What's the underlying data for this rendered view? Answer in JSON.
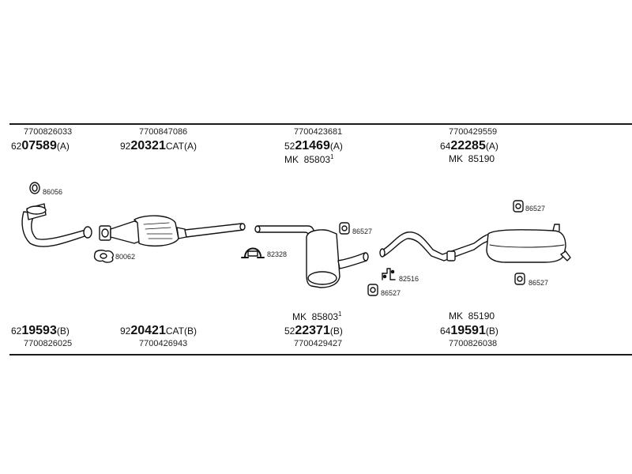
{
  "top_groups": [
    {
      "oem": "7700826033",
      "prefix": "62",
      "main": "07589",
      "suffix": "(A)"
    },
    {
      "oem": "7700847086",
      "prefix": "92",
      "main": "20321",
      "suffix": "CAT(A)"
    },
    {
      "oem": "7700423681",
      "prefix": "52",
      "main": "21469",
      "suffix": "(A)",
      "mk": "MK",
      "mk_num": "85803",
      "mk_sup": "1"
    },
    {
      "oem": "7700429559",
      "prefix": "64",
      "main": "22285",
      "suffix": "(A)",
      "mk": "MK",
      "mk_num": "85190",
      "mk_sup": ""
    }
  ],
  "bottom_groups": [
    {
      "oem": "7700826025",
      "prefix": "62",
      "main": "19593",
      "suffix": "(B)"
    },
    {
      "oem": "7700426943",
      "prefix": "92",
      "main": "20421",
      "suffix": "CAT(B)"
    },
    {
      "oem": "7700429427",
      "prefix": "52",
      "main": "22371",
      "suffix": "(B)",
      "mk": "MK",
      "mk_num": "85803",
      "mk_sup": "1"
    },
    {
      "oem": "7700826038",
      "prefix": "64",
      "main": "19591",
      "suffix": "(B)",
      "mk": "MK",
      "mk_num": "85190",
      "mk_sup": ""
    }
  ],
  "accessories": {
    "gasket_top": "86056",
    "gasket_flange": "80062",
    "clamp": "82328",
    "hanger_mid": "86527",
    "hanger_mid_low": "86527",
    "bracket": "82516",
    "hanger_rear_top": "86527",
    "hanger_rear_low": "86527"
  }
}
